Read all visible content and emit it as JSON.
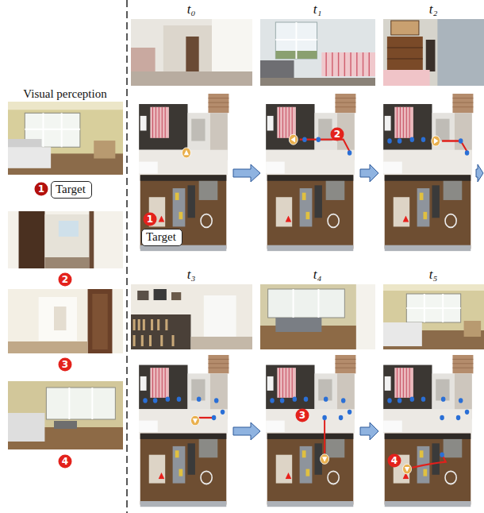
{
  "diagram": {
    "nodes": [
      {
        "text": [
          "Target"
        ]
      },
      {
        "text": [
          "Target"
        ]
      }
    ],
    "labels": [
      "Visual perception",
      "1",
      "2",
      "3",
      "4",
      "t₀",
      "t₁",
      "t₂",
      "t₃",
      "t₄",
      "t₅",
      "1",
      "2",
      "3",
      "4"
    ]
  }
}
